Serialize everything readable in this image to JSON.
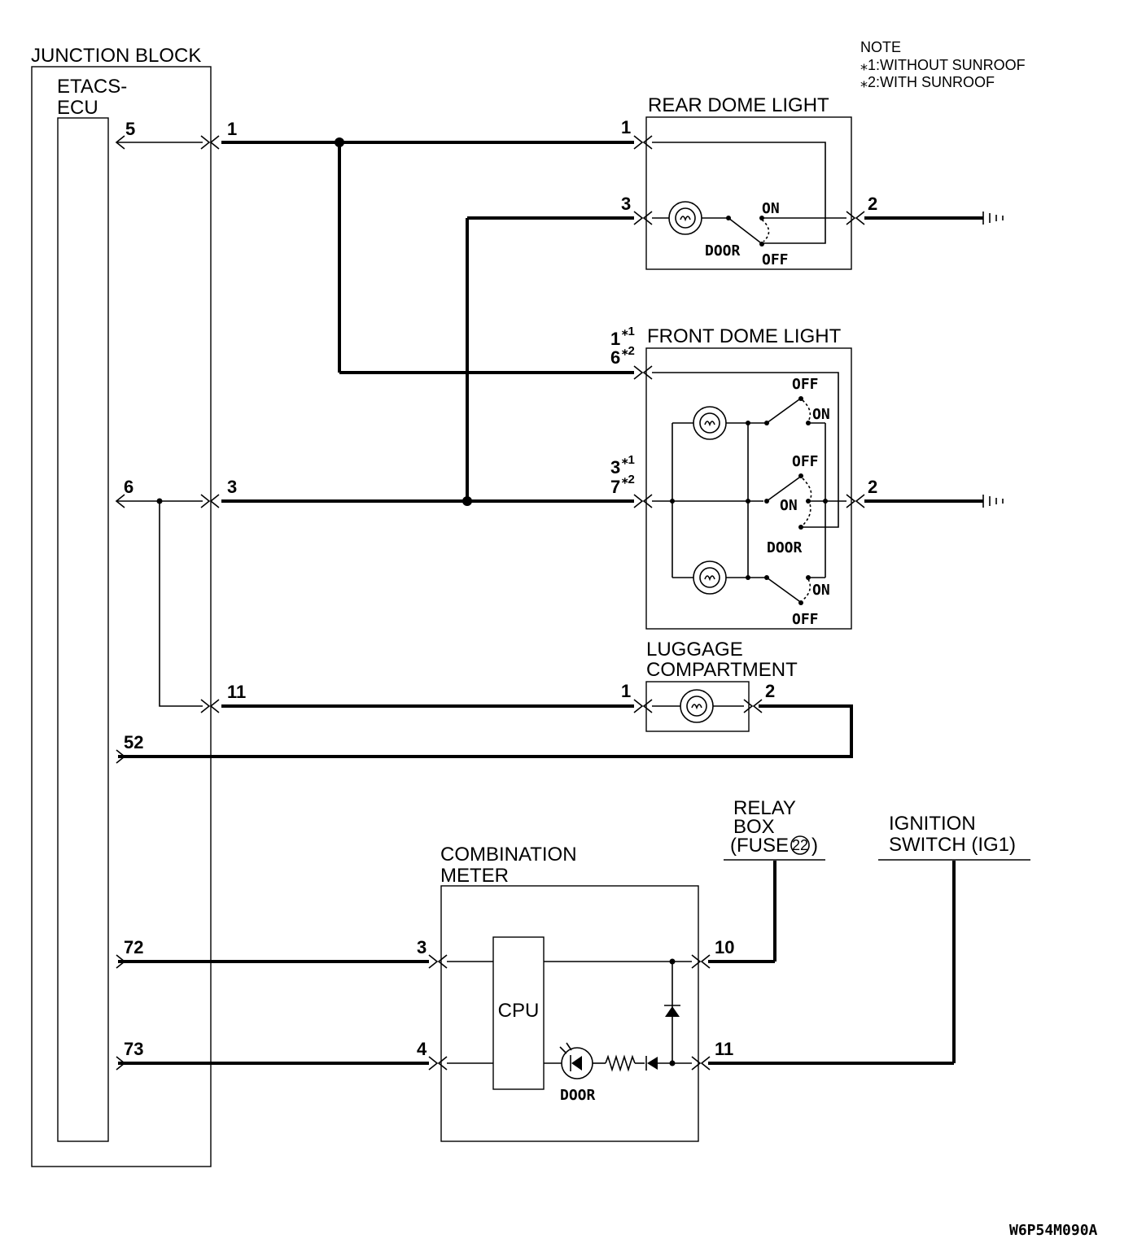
{
  "components": {
    "junction_block": "JUNCTION BLOCK",
    "etacs_line1": "ETACS-",
    "etacs_line2": "ECU",
    "rear_dome": "REAR DOME LIGHT",
    "front_dome": "FRONT DOME LIGHT",
    "luggage_line1": "LUGGAGE",
    "luggage_line2": "COMPARTMENT",
    "combination_line1": "COMBINATION",
    "combination_line2": "METER",
    "cpu": "CPU",
    "relay_line1": "RELAY",
    "relay_line2": "BOX",
    "relay_line3_pre": "(FUSE",
    "relay_fuse_no": "22",
    "relay_line3_post": ")",
    "ignition_line1": "IGNITION",
    "ignition_line2": "SWITCH (IG1)"
  },
  "note": {
    "title": "NOTE",
    "line1": "⁎1:WITHOUT SUNROOF",
    "line2": "⁎2:WITH SUNROOF"
  },
  "pins": {
    "ecu_5": "5",
    "ecu_6": "6",
    "ecu_52": "52",
    "ecu_72": "72",
    "ecu_73": "73",
    "jb_1": "1",
    "jb_3": "3",
    "jb_11": "11",
    "rear_1": "1",
    "rear_3": "3",
    "rear_2": "2",
    "front_top_a": "1",
    "front_top_b": "6",
    "front_mid_a": "3",
    "front_mid_b": "7",
    "front_2": "2",
    "star1": "⁎1",
    "star2": "⁎2",
    "lug_1": "1",
    "lug_2": "2",
    "meter_3": "3",
    "meter_4": "4",
    "meter_10": "10",
    "meter_11": "11"
  },
  "switch_labels": {
    "on": "ON",
    "off": "OFF",
    "door": "DOOR"
  },
  "diagram_code": "W6P54M090A"
}
